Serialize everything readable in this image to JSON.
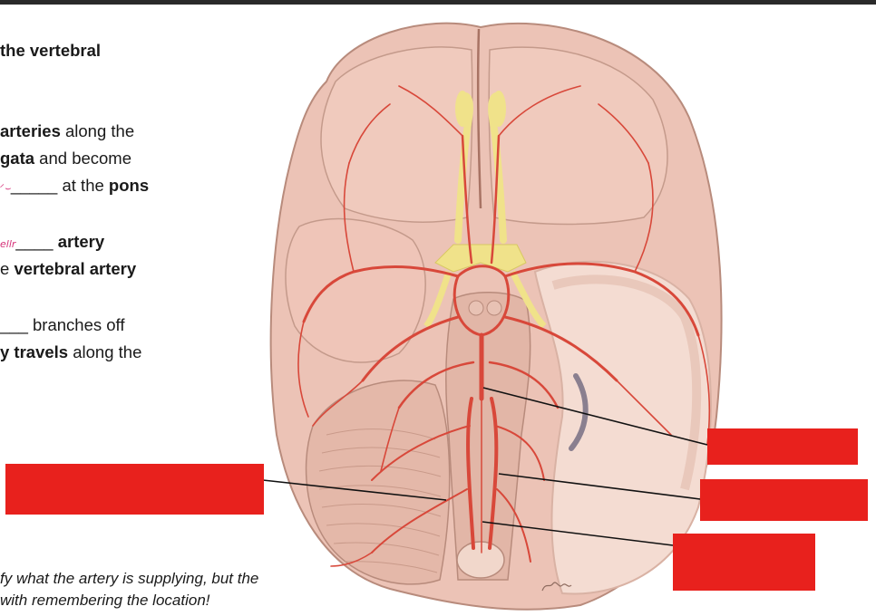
{
  "notes": {
    "line1": "the vertebral",
    "line2_bold": "arteries",
    "line2_rest": " along the",
    "line3_bold": "gata",
    "line3_rest": " and become",
    "line4_hw": "ᐟ⌣",
    "line4_blank": "_____ at the ",
    "line4_bold": "pons",
    "line5_hw": "ellr",
    "line5_blank": "____ ",
    "line5_bold": "artery",
    "line6_pre": "e ",
    "line6_bold": "vertebral artery",
    "line7": "___ branches off",
    "line8_bold": "y travels",
    "line8_rest": " along the"
  },
  "footer": {
    "line1": "fy what the artery is supplying, but the",
    "line2": "with remembering the location!"
  },
  "signature": "Voll",
  "colors": {
    "label_box": "#e8211d",
    "artery": "#d8483a",
    "brain": "#ecc3b6",
    "tract": "#f0e28a"
  }
}
